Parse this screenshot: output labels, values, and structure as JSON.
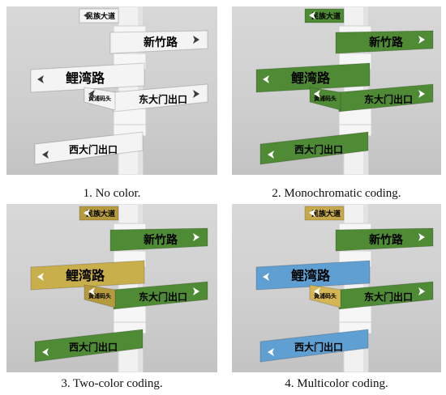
{
  "figure": {
    "panels": [
      {
        "caption": "1. No color.",
        "colors": {
          "top_small": "#f4f4f4",
          "xinzhu": "#f4f4f4",
          "liwan": "#f4f4f4",
          "dongdamen": "#f4f4f4",
          "small_mid": "#f4f4f4",
          "xidamen": "#f4f4f4"
        },
        "text_color": "#3a3a3a"
      },
      {
        "caption": "2. Monochromatic coding.",
        "colors": {
          "top_small": "#4f8a35",
          "xinzhu": "#4f8a35",
          "liwan": "#4f8a35",
          "dongdamen": "#4f8a35",
          "small_mid": "#4f8a35",
          "xidamen": "#4f8a35"
        },
        "text_color": "#ffffff"
      },
      {
        "caption": "3. Two-color coding.",
        "colors": {
          "top_small": "#b69a3f",
          "xinzhu": "#4f8a35",
          "liwan": "#c9ae4c",
          "dongdamen": "#4f8a35",
          "small_mid": "#b69a3f",
          "xidamen": "#4f8a35"
        },
        "text_color": "#ffffff"
      },
      {
        "caption": "4. Multicolor coding.",
        "colors": {
          "top_small": "#c5a94a",
          "xinzhu": "#4f8a35",
          "liwan": "#5f9fd1",
          "dongdamen": "#4f8a35",
          "small_mid": "#d4b656",
          "xidamen": "#5f9fd1"
        },
        "text_color": "#ffffff"
      }
    ],
    "signs": {
      "top_small": "民族大道",
      "xinzhu": "新竹路",
      "liwan": "鲤湾路",
      "dongdamen": "东大门出口",
      "small_mid": "黄浦码头",
      "xidamen": "西大门出口"
    }
  }
}
